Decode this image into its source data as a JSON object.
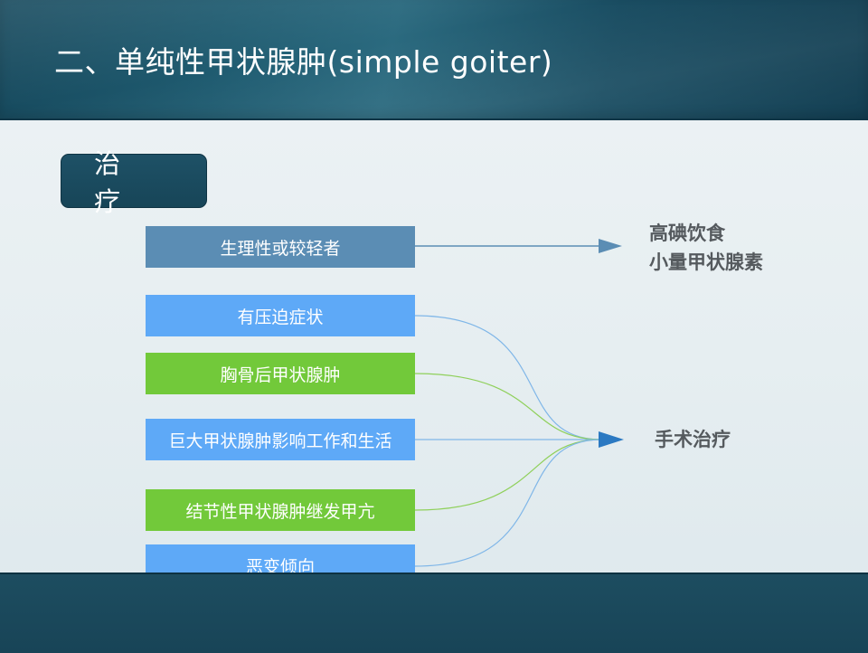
{
  "title": "二、单纯性甲状腺肿(simple goiter)",
  "section_label": "治 疗",
  "conditions": [
    {
      "label": "生理性或较轻者",
      "color": "#5b8db4"
    },
    {
      "label": "有压迫症状",
      "color": "#5ea9f7"
    },
    {
      "label": "胸骨后甲状腺肿",
      "color": "#72c93a"
    },
    {
      "label": "巨大甲状腺肿影响工作和生活",
      "color": "#5ea9f7"
    },
    {
      "label": "结节性甲状腺肿继发甲亢",
      "color": "#72c93a"
    },
    {
      "label": "恶变倾向",
      "color": "#5ea9f7"
    }
  ],
  "treatments": {
    "medical": [
      "高碘饮食",
      "小量甲状腺素"
    ],
    "surgical": "手术治疗"
  },
  "colors": {
    "header": "#1f5b70",
    "arrow": "#2b79c2",
    "arrow_muted": "#5b8db4",
    "blue_curve": "#7fb6e8",
    "green_curve": "#8fd05a"
  }
}
